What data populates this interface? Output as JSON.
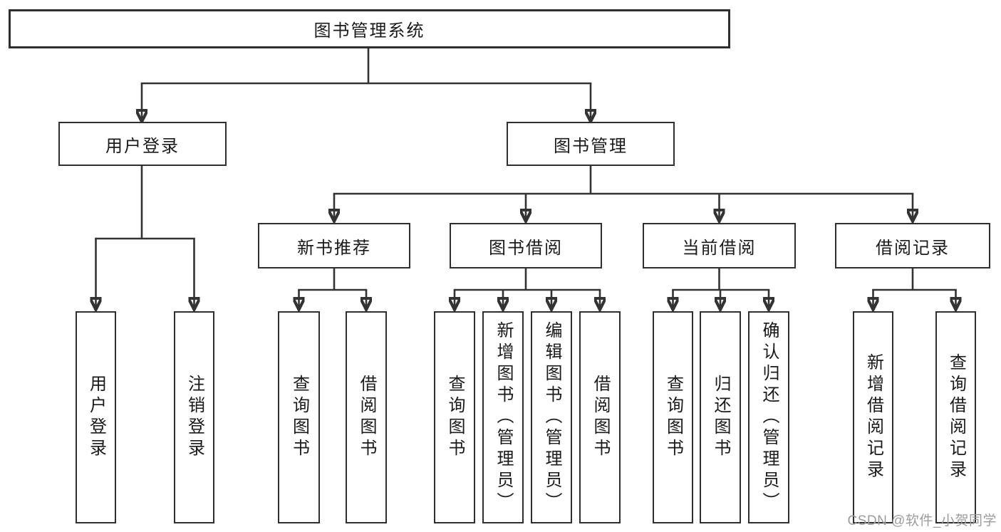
{
  "tree": {
    "label": "图书管理系统",
    "children": [
      {
        "label": "用户登录",
        "children": [
          {
            "label": "用户登录"
          },
          {
            "label": "注销登录"
          }
        ]
      },
      {
        "label": "图书管理",
        "children": [
          {
            "label": "新书推荐",
            "children": [
              {
                "label": "查询图书"
              },
              {
                "label": "借阅图书"
              }
            ]
          },
          {
            "label": "图书借阅",
            "children": [
              {
                "label": "查询图书"
              },
              {
                "label": "新增图书（管理员）"
              },
              {
                "label": "编辑图书（管理员）"
              },
              {
                "label": "借阅图书"
              }
            ]
          },
          {
            "label": "当前借阅",
            "children": [
              {
                "label": "查询图书"
              },
              {
                "label": "归还图书"
              },
              {
                "label": "确认归还（管理员）"
              }
            ]
          },
          {
            "label": "借阅记录",
            "children": [
              {
                "label": "新增借阅记录"
              },
              {
                "label": "查询借阅记录"
              }
            ]
          }
        ]
      }
    ]
  },
  "watermark": {
    "text": "CSDN @软件_小贺同学"
  },
  "colors": {
    "line": "#333333",
    "box_border": "#2f2f2f",
    "text": "#1a1a1a",
    "watermark": "#9c9c9c",
    "background": "#ffffff"
  }
}
